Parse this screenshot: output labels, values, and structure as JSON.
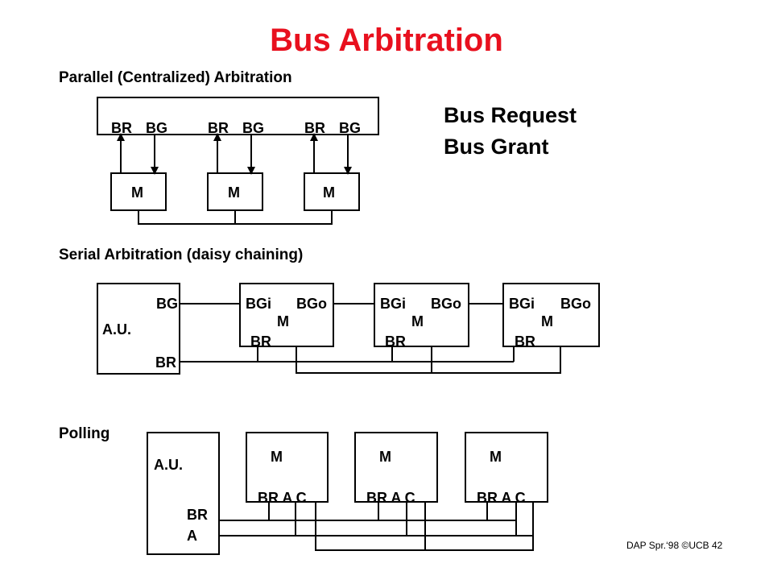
{
  "title": "Bus Arbitration",
  "parallel": {
    "heading": "Parallel (Centralized)  Arbitration",
    "signals": [
      "BR",
      "BG",
      "BR",
      "BG",
      "BR",
      "BG"
    ],
    "masters": [
      "M",
      "M",
      "M"
    ]
  },
  "legend": {
    "line1": "Bus Request",
    "line2": "Bus Grant"
  },
  "serial": {
    "heading": "Serial Arbitration (daisy chaining)",
    "au_label": "A.U.",
    "au_bg": "BG",
    "au_br": "BR",
    "masters": [
      {
        "bgi": "BGi",
        "bgo": "BGo",
        "m": "M",
        "br": "BR"
      },
      {
        "bgi": "BGi",
        "bgo": "BGo",
        "m": "M",
        "br": "BR"
      },
      {
        "bgi": "BGi",
        "bgo": "BGo",
        "m": "M",
        "br": "BR"
      }
    ]
  },
  "polling": {
    "heading": "Polling",
    "au_label": "A.U.",
    "au_br": "BR",
    "au_a": "A",
    "masters": [
      {
        "m": "M",
        "pins": "BR A C"
      },
      {
        "m": "M",
        "pins": "BR A C"
      },
      {
        "m": "M",
        "pins": "BR A C"
      }
    ]
  },
  "footer": "DAP Spr.‘98 ©UCB 42",
  "colors": {
    "title": "#e8101e",
    "lines": "#000000"
  }
}
